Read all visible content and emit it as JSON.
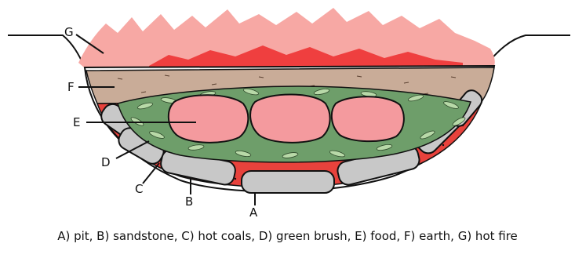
{
  "diagram": {
    "labels": {
      "G": "G",
      "F": "F",
      "E": "E",
      "D": "D",
      "C": "C",
      "B": "B",
      "A": "A"
    },
    "caption": "A) pit,  B) sandstone,  C) hot coals,  D) green brush,  E) food,  F) earth,  G) hot fire",
    "colors": {
      "fire_outer": "#f7a8a4",
      "fire_inner": "#ef3f3f",
      "earth": "#c9ac98",
      "brush": "#6e9e6a",
      "leaf": "#b8d9a8",
      "food": "#f49a9e",
      "coals": "#e8423c",
      "stone": "#c8c8c8",
      "outline": "#111111"
    }
  }
}
